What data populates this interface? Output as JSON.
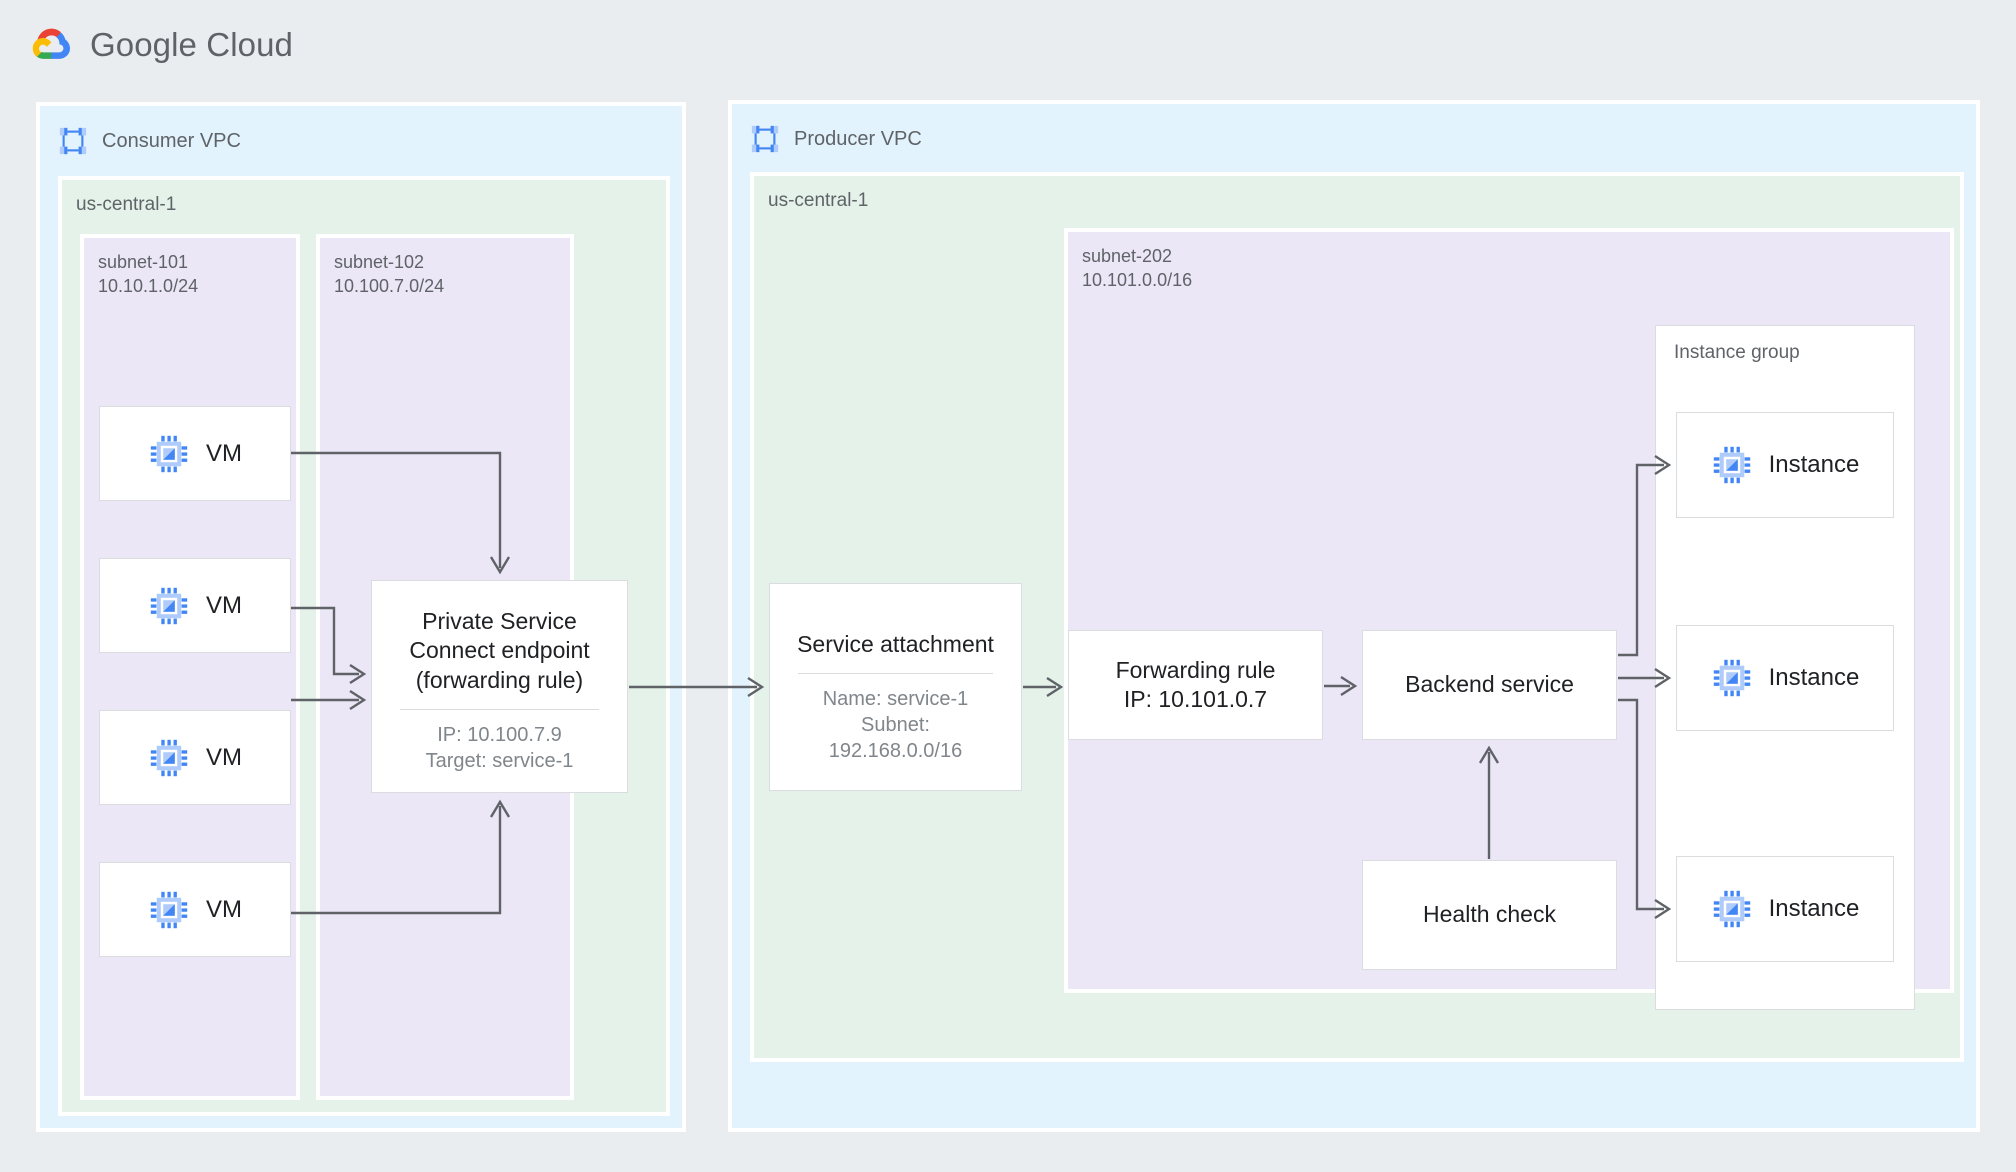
{
  "brand": {
    "name": "Google Cloud",
    "logo_icon": "google-cloud-logo"
  },
  "consumer_vpc": {
    "title": "Consumer VPC",
    "icon": "vpc-icon",
    "region": {
      "label": "us-central-1",
      "subnets": [
        {
          "name": "subnet-101",
          "cidr": "10.10.1.0/24",
          "label": "subnet-101\n10.10.1.0/24"
        },
        {
          "name": "subnet-102",
          "cidr": "10.100.7.0/24",
          "label": "subnet-102\n10.100.7.0/24"
        }
      ]
    },
    "vms": [
      {
        "label": "VM",
        "icon": "chip-icon"
      },
      {
        "label": "VM",
        "icon": "chip-icon"
      },
      {
        "label": "VM",
        "icon": "chip-icon"
      },
      {
        "label": "VM",
        "icon": "chip-icon"
      }
    ],
    "psc_endpoint": {
      "title": "Private Service\nConnect endpoint\n(forwarding rule)",
      "details": "IP: 10.100.7.9\nTarget: service-1",
      "ip": "10.100.7.9",
      "target": "service-1"
    }
  },
  "producer_vpc": {
    "title": "Producer VPC",
    "icon": "vpc-icon",
    "region": {
      "label": "us-central-1"
    },
    "subnet": {
      "name": "subnet-202",
      "cidr": "10.101.0.0/16",
      "label": "subnet-202\n10.101.0.0/16"
    },
    "service_attachment": {
      "title": "Service attachment",
      "details": "Name: service-1\nSubnet:\n192.168.0.0/16",
      "name": "service-1",
      "subnet": "192.168.0.0/16"
    },
    "forwarding_rule": {
      "title": "Forwarding rule\nIP: 10.101.0.7",
      "ip": "10.101.0.7"
    },
    "backend_service": {
      "title": "Backend service"
    },
    "health_check": {
      "title": "Health check"
    },
    "instance_group": {
      "label": "Instance group",
      "instances": [
        {
          "label": "Instance",
          "icon": "chip-icon"
        },
        {
          "label": "Instance",
          "icon": "chip-icon"
        },
        {
          "label": "Instance",
          "icon": "chip-icon"
        }
      ]
    }
  },
  "colors": {
    "page_bg": "#eaedef",
    "vpc_bg": "#e2f3fd",
    "region_bg": "#e4f2e9",
    "subnet_bg": "#ece7f6",
    "card_bg": "#ffffff",
    "border": "#dadce0",
    "text_primary": "#202124",
    "text_secondary": "#5f6368",
    "text_muted": "#80868b",
    "connector": "#5f6368",
    "icon_blue": "#669df6",
    "icon_blue_light": "#aecbfa"
  }
}
